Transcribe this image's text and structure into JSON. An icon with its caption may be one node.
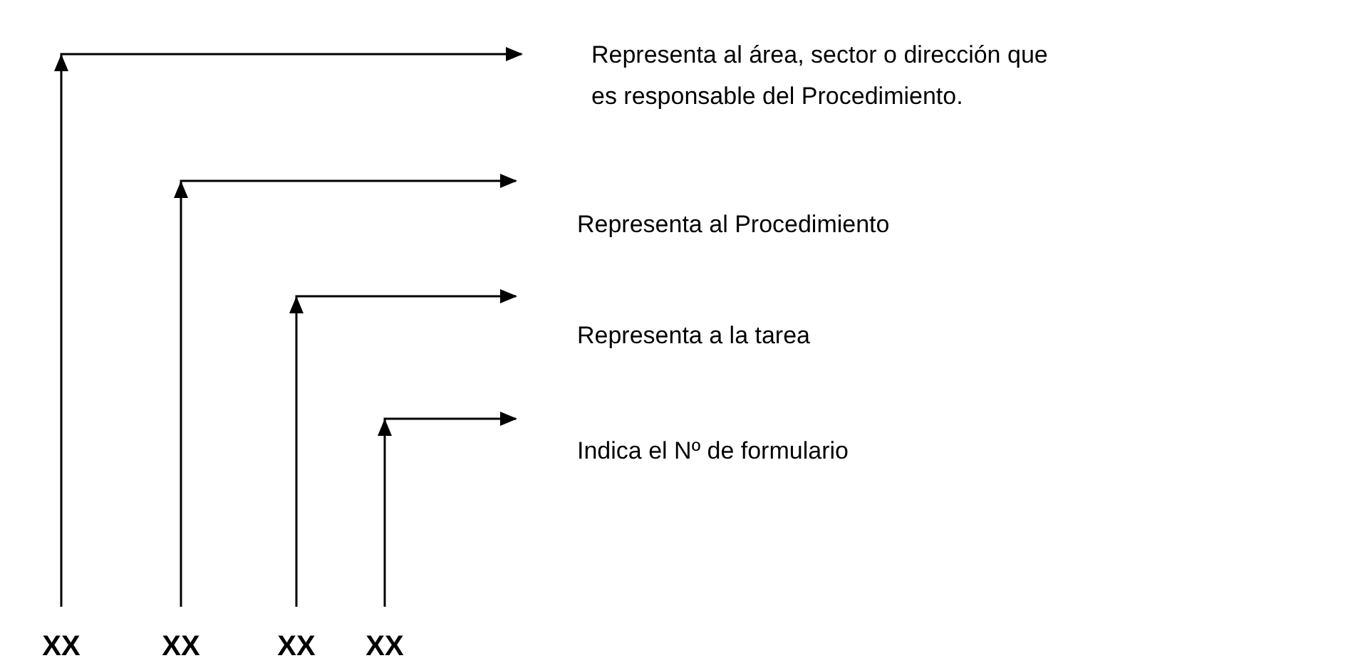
{
  "diagram": {
    "nodes": [
      {
        "text": [
          "Representa al área, sector o  dirección que es responsable del Procedimiento."
        ]
      },
      {
        "text": [
          "Representa al Procedimiento"
        ]
      },
      {
        "text": [
          "Representa a la tarea"
        ]
      },
      {
        "text": [
          "Indica el Nº de formulario"
        ]
      },
      {
        "text": [
          "XX"
        ]
      },
      {
        "text": [
          "XX"
        ]
      },
      {
        "text": [
          "XX"
        ]
      },
      {
        "text": [
          "XX"
        ]
      }
    ],
    "edges": [
      {
        "from": 4,
        "to": 0,
        "arrow": "to"
      },
      {
        "from": 5,
        "to": 1,
        "arrow": "to"
      },
      {
        "from": 6,
        "to": 2,
        "arrow": "to"
      },
      {
        "from": 7,
        "to": 3,
        "arrow": "to"
      }
    ]
  }
}
